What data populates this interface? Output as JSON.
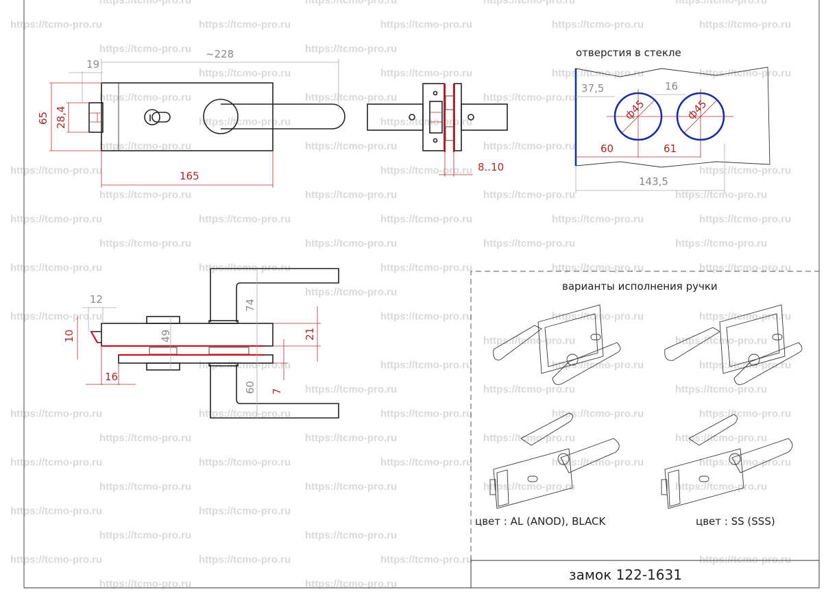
{
  "watermark": "https://tcmo-pro.ru",
  "title_block": {
    "title": "замок 122-1631"
  },
  "front_view": {
    "overall": "~228",
    "latch": "19",
    "height": "65",
    "latch_height": "28,4",
    "body": "165"
  },
  "side_view": {
    "glass": "8..10"
  },
  "glass_holes": {
    "title": "отверстия в стекле",
    "edge_to_hole": "37,5",
    "gap": "16",
    "diam1": "ф45",
    "diam2": "ф45",
    "center1": "60",
    "center2": "61",
    "total": "143,5"
  },
  "section_view": {
    "d12": "12",
    "d10": "10",
    "d49": "49",
    "d74": "74",
    "d21": "21",
    "d16": "16",
    "d60": "60",
    "d7": "7"
  },
  "variants": {
    "title": "варианты исполнения ручки",
    "color1": "цвет : AL (ANOD), BLACK",
    "color2": "цвет : SS (SSS)"
  },
  "colors": {
    "dimension_red": "#a22a2a",
    "glass_blue": "#1a2f9a",
    "section_red": "#c8141e"
  }
}
